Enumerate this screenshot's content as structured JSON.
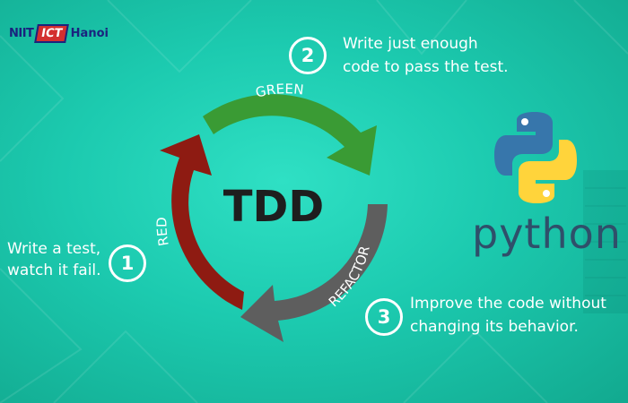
{
  "logo": {
    "part1": "NIIT",
    "part2": "ICT",
    "part3": "Hanoi"
  },
  "diagram": {
    "center_title": "TDD",
    "arrows": [
      {
        "label": "RED",
        "color": "#8e1b12"
      },
      {
        "label": "GREEN",
        "color": "#3a9b34"
      },
      {
        "label": "REFACTOR",
        "color": "#5e5e5e"
      }
    ]
  },
  "steps": [
    {
      "number": "1",
      "lines": [
        "Write a test,",
        "watch it fail."
      ]
    },
    {
      "number": "2",
      "lines": [
        "Write just enough",
        "code to pass the test."
      ]
    },
    {
      "number": "3",
      "lines": [
        "Improve the code without",
        "changing its behavior."
      ]
    }
  ],
  "python_logo": {
    "word": "python",
    "colors": {
      "blue": "#3776ab",
      "yellow": "#ffd43b"
    }
  }
}
